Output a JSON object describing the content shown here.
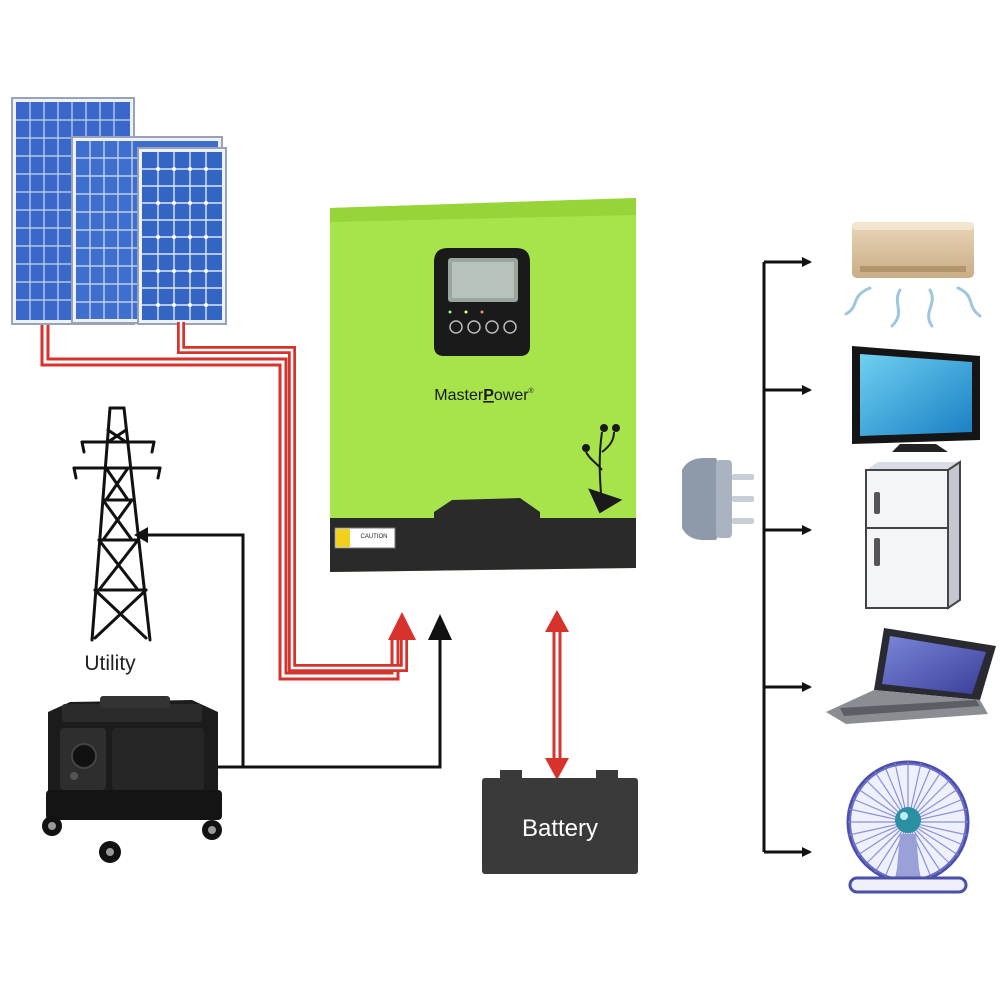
{
  "labels": {
    "utility": "Utility",
    "battery": "Battery",
    "brand_master": "Master",
    "brand_p": "P",
    "brand_ower": "ower",
    "brand_reg": "®",
    "caution": "CAUTION"
  },
  "icons": {
    "solar_panels": "solar-panels-icon",
    "transmission_tower": "transmission-tower-icon",
    "generator": "generator-icon",
    "inverter": "inverter-icon",
    "plug": "plug-icon",
    "air_conditioner": "air-conditioner-icon",
    "television": "television-icon",
    "refrigerator": "refrigerator-icon",
    "laptop": "laptop-icon",
    "fan": "fan-icon"
  },
  "colors": {
    "inverter_body": "#a7e34a",
    "solar_line": "#d8322c",
    "wire": "#111111",
    "battery_body": "#3a3a3a",
    "panel_blue": "#3a68c8"
  }
}
